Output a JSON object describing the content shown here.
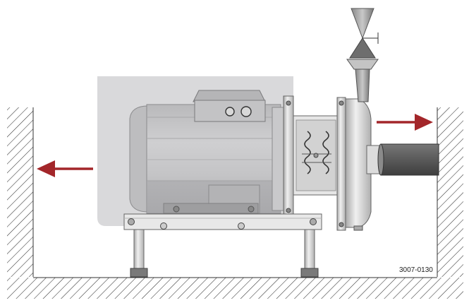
{
  "figure": {
    "reference_code": "3007-0130",
    "colors": {
      "arrow": "#a3262a",
      "hatch": "#333333",
      "motor_body": "#c4c4c6",
      "motor_shadow": "#a9a9ab",
      "background_panel": "#d9d9db",
      "steel_light": "#e4e4e4",
      "pipe": "#555555"
    },
    "arrows": [
      {
        "direction": "left"
      },
      {
        "direction": "right"
      }
    ],
    "parts": [
      "left-wall",
      "right-wall",
      "floor",
      "motor",
      "terminal-box",
      "pump-casing",
      "inlet-funnel",
      "outlet-pipe",
      "base-frame",
      "support-legs"
    ]
  }
}
